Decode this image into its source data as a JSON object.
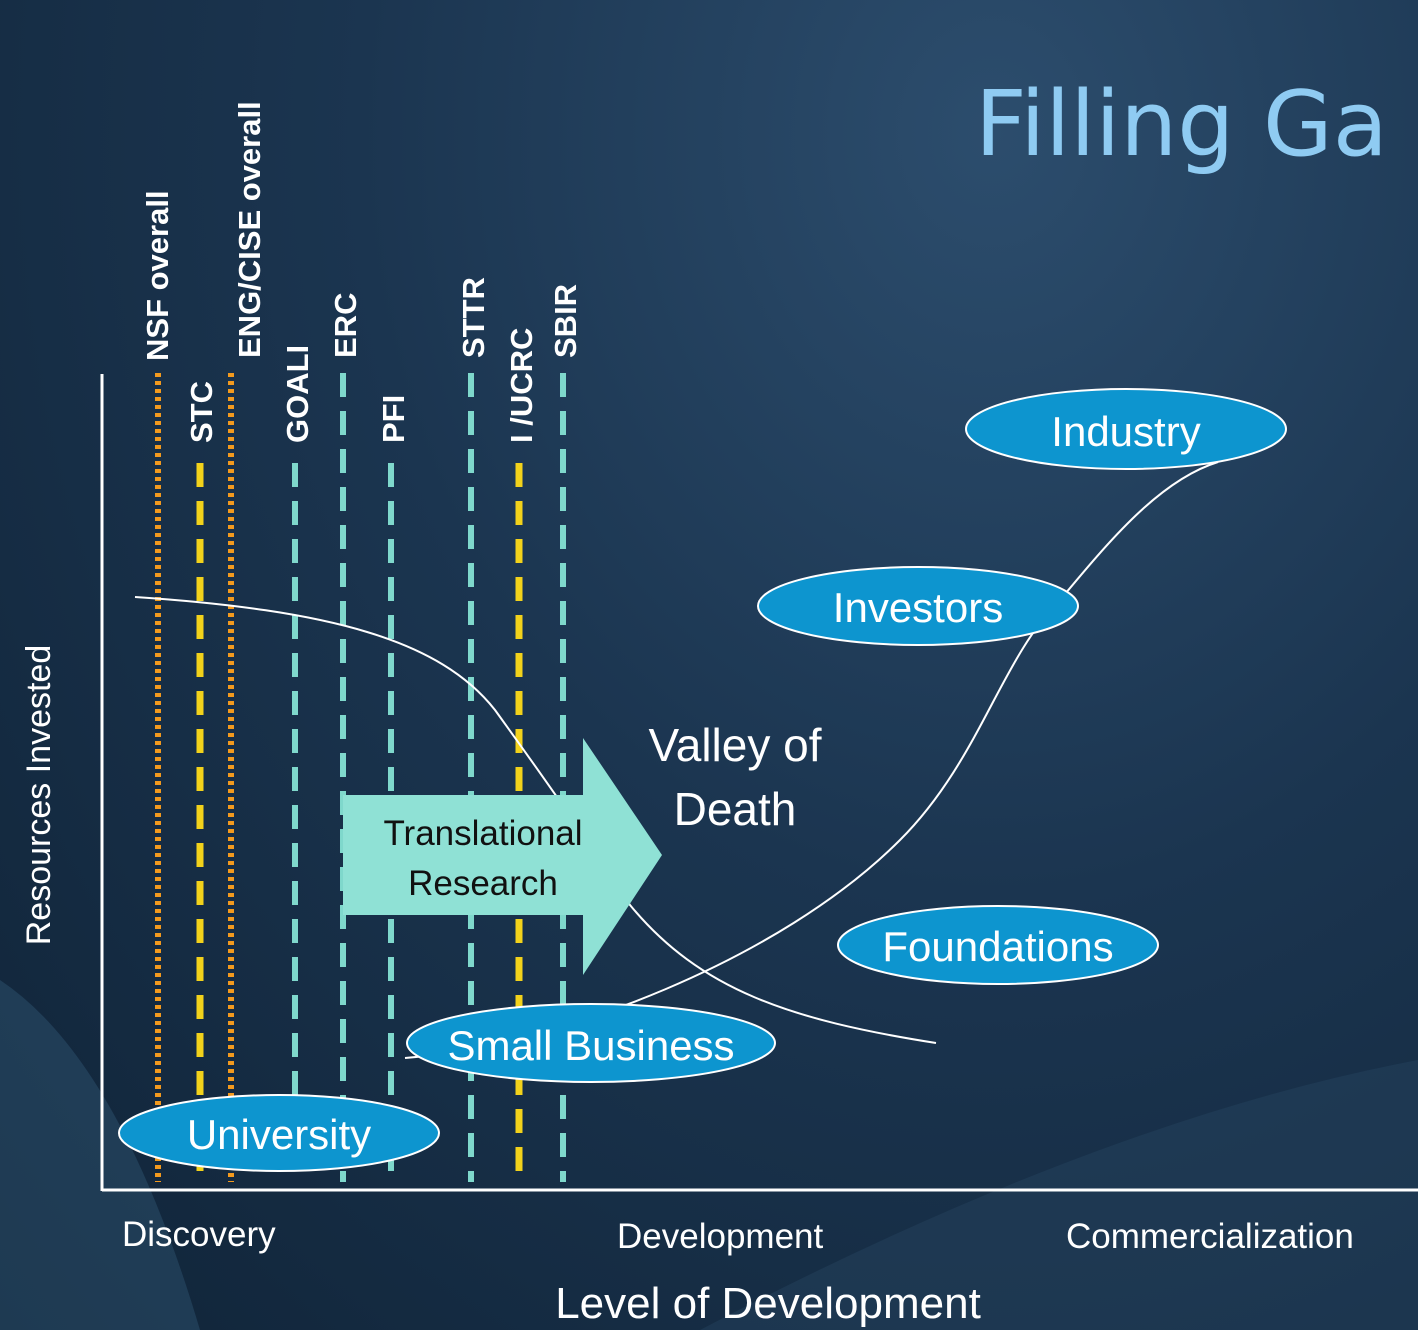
{
  "title": "Filling Ga",
  "y_axis_label": "Resources Invested",
  "x_axis_label": "Level of Development",
  "x_stages": [
    "Discovery",
    "Development",
    "Commercialization"
  ],
  "programs": [
    {
      "name": "NSF overall",
      "style": "dotted",
      "color": "#f39a1e"
    },
    {
      "name": "STC",
      "style": "dashed",
      "color": "#f2d21b"
    },
    {
      "name": "ENG/CISE overall",
      "style": "dotted",
      "color": "#f39a1e"
    },
    {
      "name": "GOALI",
      "style": "dashed",
      "color": "#7fd8cc"
    },
    {
      "name": "ERC",
      "style": "dashed",
      "color": "#7fd8cc"
    },
    {
      "name": "PFI",
      "style": "dashed",
      "color": "#7fd8cc"
    },
    {
      "name": "STTR",
      "style": "dashed",
      "color": "#7fd8cc"
    },
    {
      "name": "I /UCRC",
      "style": "dashed",
      "color": "#f2d21b"
    },
    {
      "name": "SBIR",
      "style": "dashed",
      "color": "#7fd8cc"
    }
  ],
  "funders": [
    "Industry",
    "Investors",
    "Foundations",
    "Small Business",
    "University"
  ],
  "arrow_text": [
    "Translational",
    "Research"
  ],
  "valley_text": [
    "Valley of",
    "Death"
  ],
  "colors": {
    "ellipse": "#0d95cf",
    "arrow": "#8fe1d5",
    "title": "#8fcbf2"
  }
}
